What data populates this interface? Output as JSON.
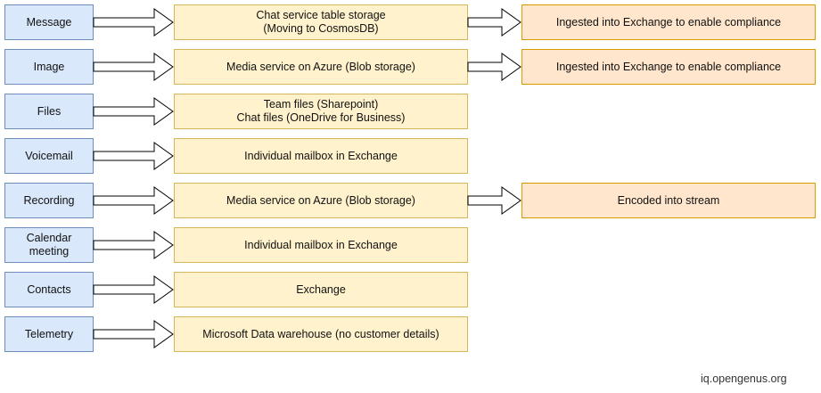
{
  "rows": [
    {
      "category": "Message",
      "storage": "Chat service table storage\n(Moving to CosmosDB)",
      "destination": "Ingested into Exchange to enable compliance"
    },
    {
      "category": "Image",
      "storage": "Media service on Azure (Blob storage)",
      "destination": "Ingested into Exchange to enable compliance"
    },
    {
      "category": "Files",
      "storage": "Team files (Sharepoint)\nChat files (OneDrive for Business)",
      "destination": null
    },
    {
      "category": "Voicemail",
      "storage": "Individual mailbox in Exchange",
      "destination": null
    },
    {
      "category": "Recording",
      "storage": "Media service on Azure (Blob storage)",
      "destination": "Encoded into stream"
    },
    {
      "category": "Calendar\nmeeting",
      "storage": "Individual mailbox in Exchange",
      "destination": null
    },
    {
      "category": "Contacts",
      "storage": "Exchange",
      "destination": null
    },
    {
      "category": "Telemetry",
      "storage": "Microsoft Data warehouse (no customer details)",
      "destination": null
    }
  ],
  "watermark": "iq.opengenus.org",
  "colors": {
    "category_fill": "#dae8fc",
    "category_border": "#6c8ebf",
    "storage_fill": "#fff2cc",
    "storage_border": "#d6b656",
    "destination_fill": "#ffe6cc",
    "destination_border": "#d79b00"
  }
}
